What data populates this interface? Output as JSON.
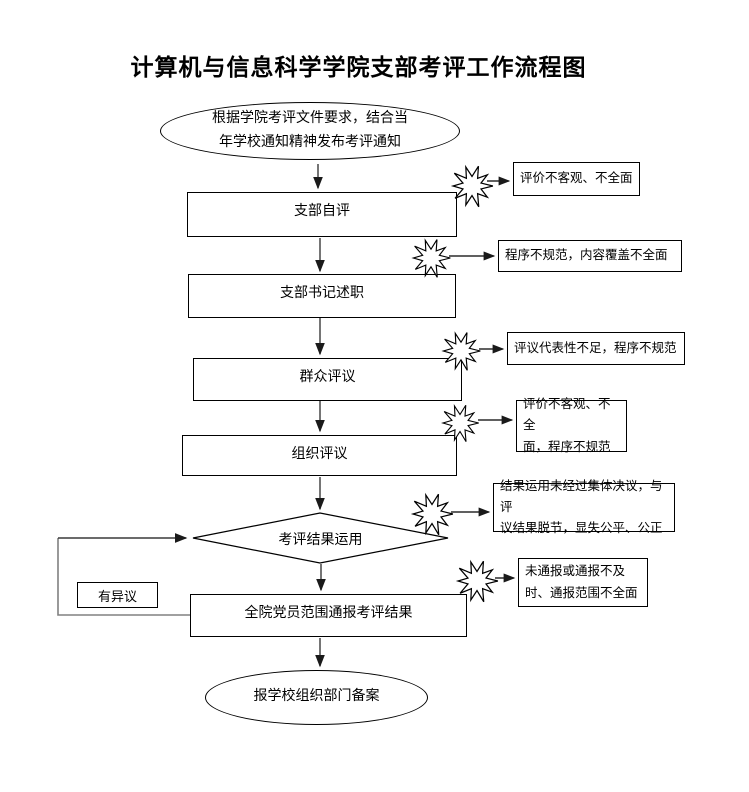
{
  "page": {
    "title": "计算机与信息科学学院支部考评工作流程图"
  },
  "flow": {
    "start": {
      "label": "根据学院考评文件要求，结合当\n年学校通知精神发布考评通知"
    },
    "steps": {
      "self_eval": {
        "label": "支部自评"
      },
      "secretary_report": {
        "label": "支部书记述职"
      },
      "mass_review": {
        "label": "群众评议"
      },
      "org_review": {
        "label": "组织评议"
      },
      "decision": {
        "label": "考评结果运用"
      },
      "announce": {
        "label": "全院党员范围通报考评结果"
      },
      "end": {
        "label": "报学校组织部门备案"
      },
      "objection": {
        "label": "有异议"
      }
    },
    "risks": [
      {
        "text": "评价不客观、不全面"
      },
      {
        "text": "程序不规范，内容覆盖不全面"
      },
      {
        "text": "评议代表性不足，程序不规范"
      },
      {
        "text": "评价不客观、不全\n面，程序不规范"
      },
      {
        "text": "结果运用未经过集体决议，与评\n议结果脱节，显失公平、公正"
      },
      {
        "text": "未通报或通报不及\n时、通报范围不全面"
      }
    ],
    "colors": {
      "line": "#3a3a3a",
      "feedback_line": "#808080",
      "border": "#000000",
      "background": "#ffffff"
    }
  }
}
